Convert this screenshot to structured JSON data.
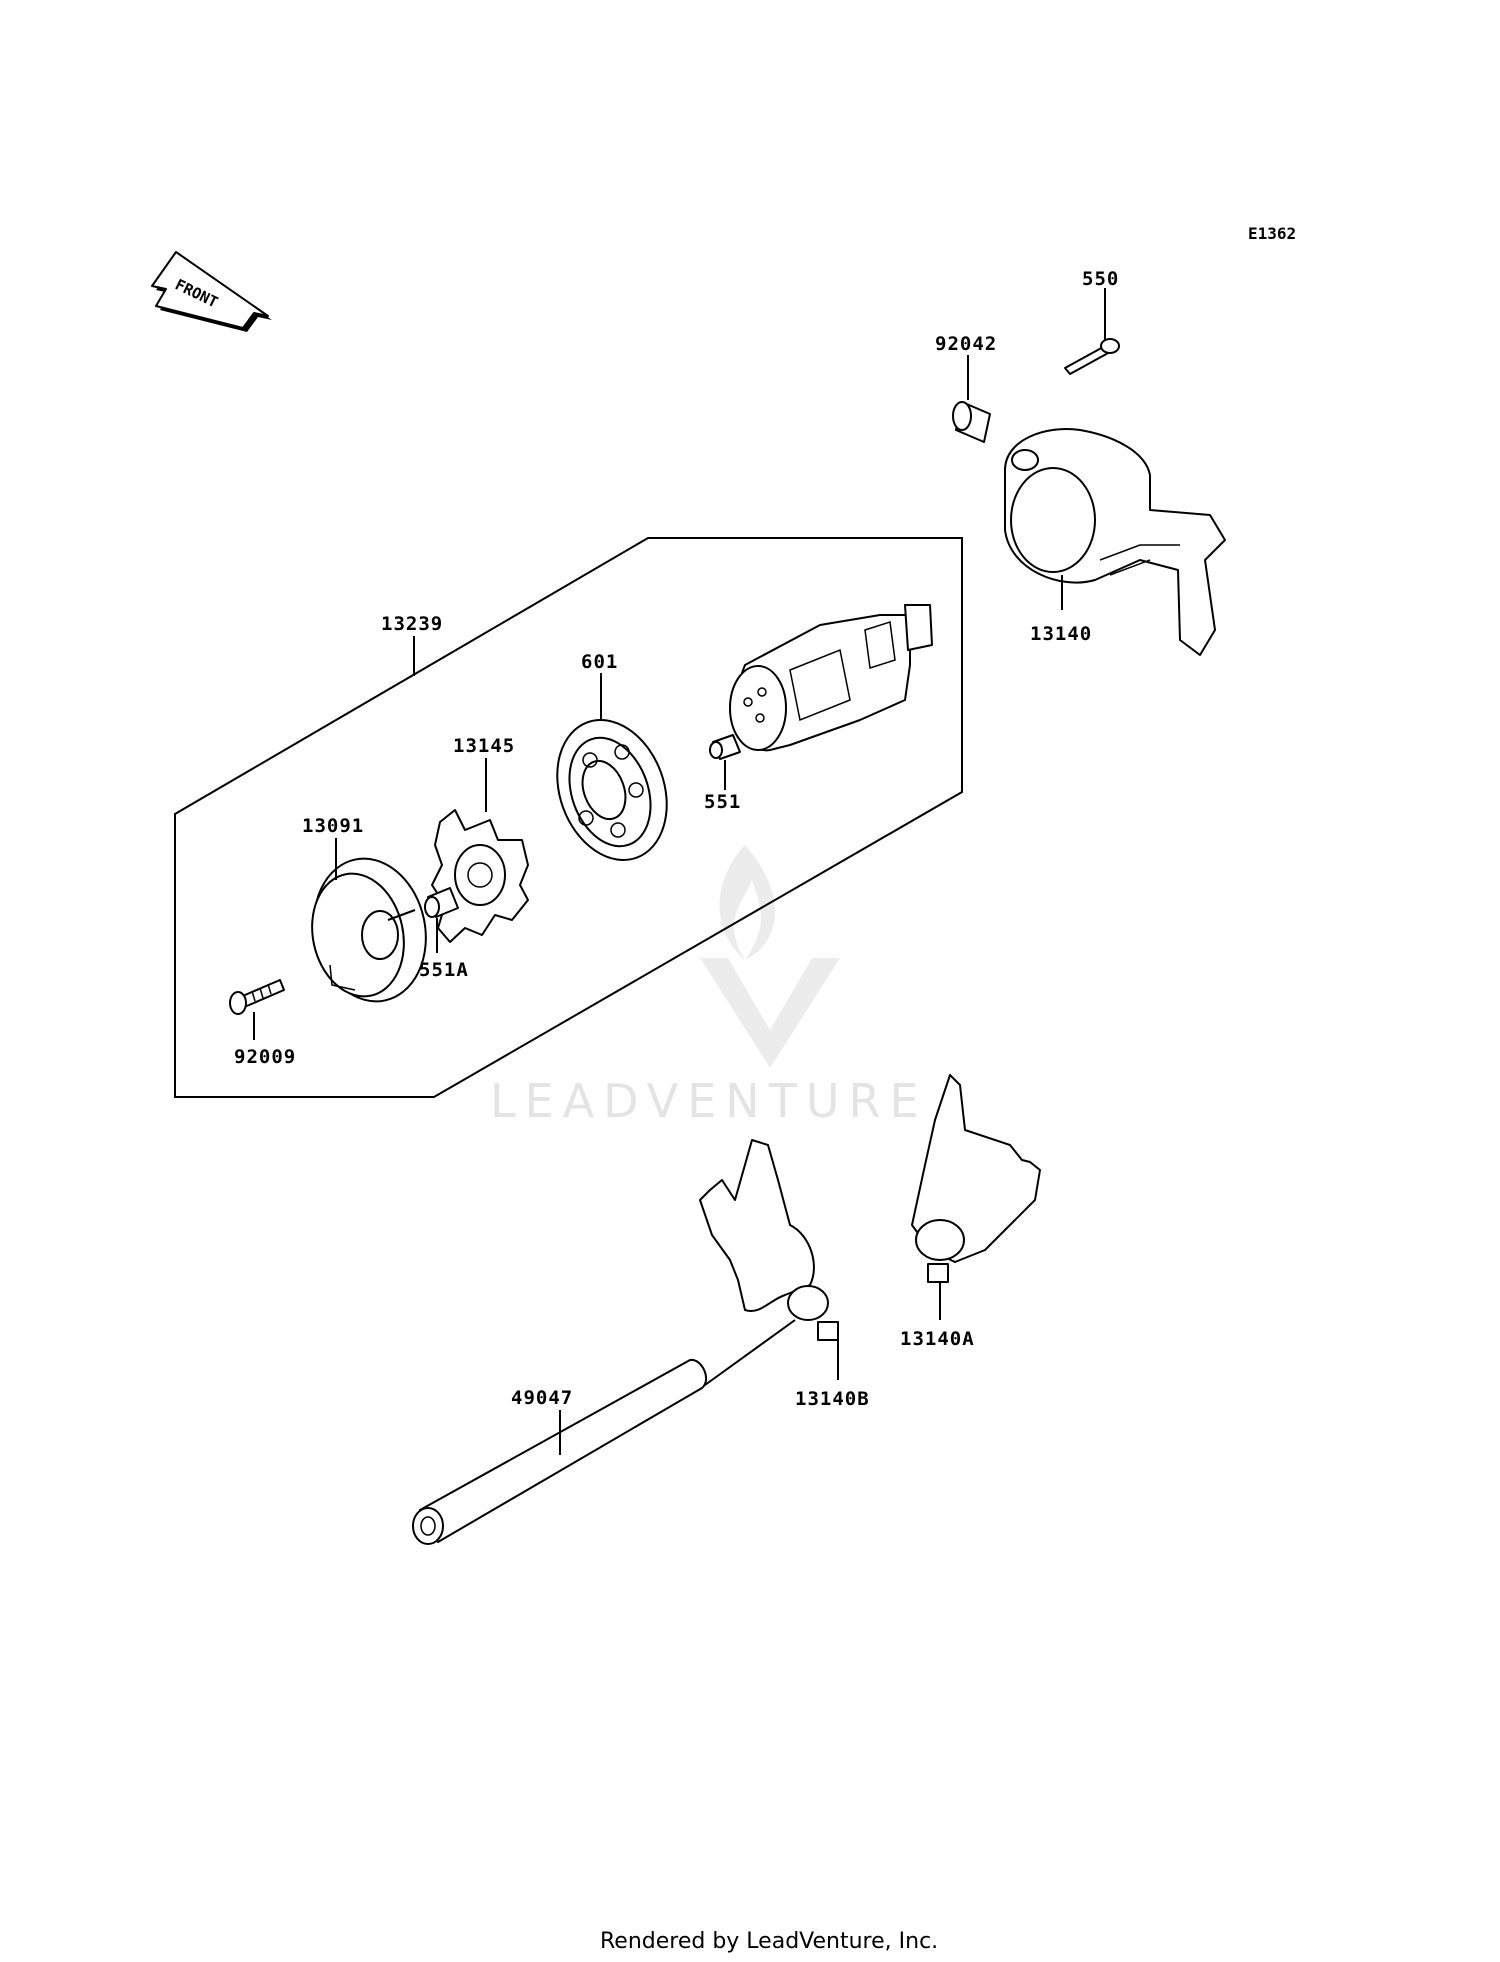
{
  "diagram_ref": "E1362",
  "front_label": "FRONT",
  "watermark": "LEADVENTURE",
  "footer": "Rendered by LeadVenture, Inc.",
  "part_numbers": {
    "p550": "550",
    "p92042": "92042",
    "p13140": "13140",
    "p13239": "13239",
    "p601": "601",
    "p13145": "13145",
    "p551": "551",
    "p13091": "13091",
    "p551A": "551A",
    "p92009": "92009",
    "p49047": "49047",
    "p13140A": "13140A",
    "p13140B": "13140B"
  }
}
